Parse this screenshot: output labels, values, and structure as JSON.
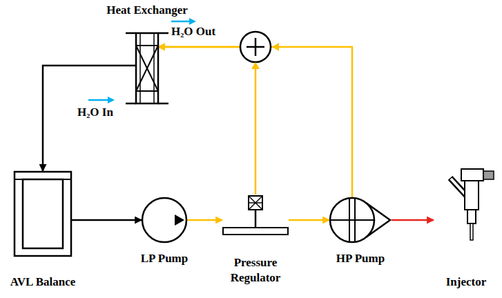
{
  "diagram": {
    "nodes": [
      {
        "text": [
          "Heat Exchanger"
        ]
      },
      {
        "text": [
          "AVL Balance"
        ]
      },
      {
        "text": [
          "LP Pump"
        ]
      },
      {
        "text": [
          "Pressure Regulator"
        ]
      },
      {
        "text": [
          "HP Pump"
        ]
      },
      {
        "text": [
          "Injector"
        ]
      }
    ],
    "edges": [
      {
        "from": 0,
        "to": 1,
        "arrow": "to"
      },
      {
        "from": 1,
        "to": 2,
        "arrow": "to"
      },
      {
        "from": 2,
        "to": 3,
        "arrow": "to"
      },
      {
        "from": 3,
        "to": 4,
        "arrow": "to"
      },
      {
        "from": 4,
        "to": 5,
        "arrow": "to"
      },
      {
        "from": 3,
        "to": 0,
        "arrow": "to"
      },
      {
        "from": 4,
        "to": 0,
        "arrow": "to"
      }
    ],
    "labels": [
      "H₂O Out",
      "H₂O In"
    ]
  }
}
